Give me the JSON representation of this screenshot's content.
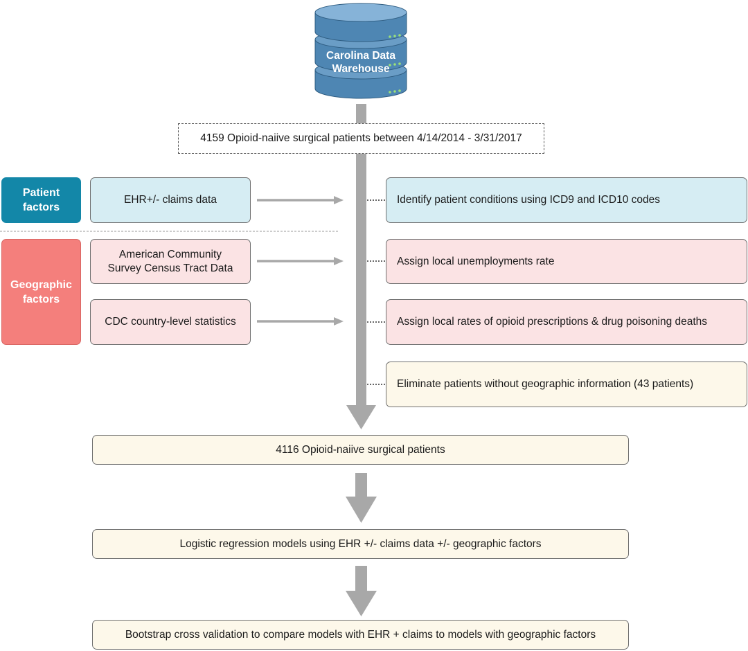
{
  "colors": {
    "patient_accent": "#1387a8",
    "geographic_accent": "#f47f7c",
    "blue_fill": "#d6edf3",
    "pink_fill": "#fbe3e4",
    "cream_fill": "#fdf8ea",
    "arrow_gray": "#a8a8a8",
    "database_blue": "#4e86b3"
  },
  "database": {
    "label_line1": "Carolina Data",
    "label_line2": "Warehouse",
    "icon": "database-icon"
  },
  "cohort": {
    "initial": "4159 Opioid-naiive surgical patients between 4/14/2014 - 3/31/2017",
    "final": "4116 Opioid-naiive surgical patients"
  },
  "categories": {
    "patient_line1": "Patient",
    "patient_line2": "factors",
    "geographic_line1": "Geographic",
    "geographic_line2": "factors"
  },
  "sources": {
    "ehr": "EHR+/- claims data",
    "acs_line1": "American Community",
    "acs_line2": "Survey Census Tract Data",
    "cdc": "CDC country-level statistics"
  },
  "steps": {
    "identify": "Identify patient conditions using ICD9 and ICD10 codes",
    "unemployment": "Assign local unemployments rate",
    "opioid_rates": "Assign local rates of opioid prescriptions & drug poisoning deaths",
    "eliminate": "Eliminate patients without geographic information (43 patients)"
  },
  "analysis": {
    "regression": "Logistic regression models using EHR +/- claims data +/- geographic factors",
    "bootstrap": "Bootstrap cross validation to compare models with EHR + claims to models with  geographic factors"
  }
}
